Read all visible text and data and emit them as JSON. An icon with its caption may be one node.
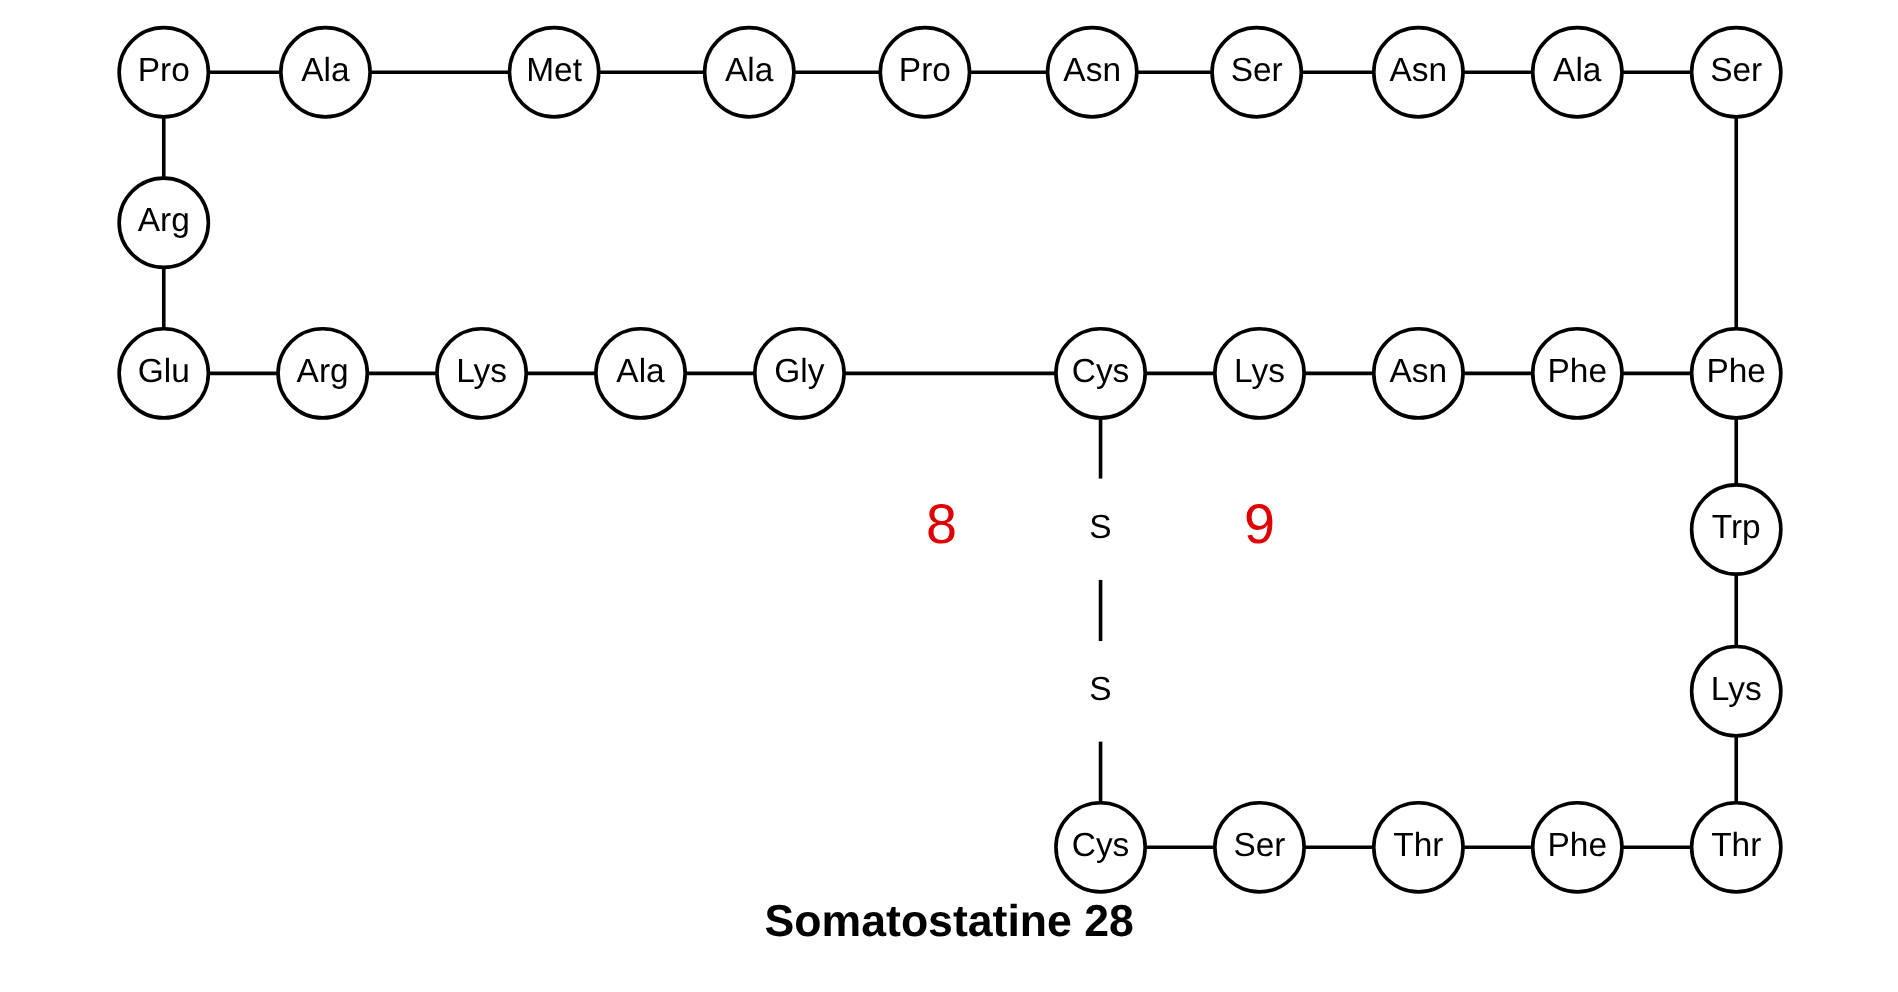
{
  "diagram": {
    "caption": "Somatostatine 28",
    "nodes": [
      {
        "text": [
          "Pro"
        ]
      },
      {
        "text": [
          "Ala"
        ]
      },
      {
        "text": [
          "Met"
        ]
      },
      {
        "text": [
          "Ala"
        ]
      },
      {
        "text": [
          "Pro"
        ]
      },
      {
        "text": [
          "Asn"
        ]
      },
      {
        "text": [
          "Ser"
        ]
      },
      {
        "text": [
          "Asn"
        ]
      },
      {
        "text": [
          "Ala"
        ]
      },
      {
        "text": [
          "Ser"
        ]
      },
      {
        "text": [
          "Arg"
        ]
      },
      {
        "text": [
          "Glu"
        ]
      },
      {
        "text": [
          "Arg"
        ]
      },
      {
        "text": [
          "Lys"
        ]
      },
      {
        "text": [
          "Ala"
        ]
      },
      {
        "text": [
          "Gly"
        ]
      },
      {
        "text": [
          "Cys"
        ]
      },
      {
        "text": [
          "Lys"
        ]
      },
      {
        "text": [
          "Asn"
        ]
      },
      {
        "text": [
          "Phe"
        ]
      },
      {
        "text": [
          "Phe"
        ]
      },
      {
        "text": [
          "Trp"
        ]
      },
      {
        "text": [
          "Lys"
        ]
      },
      {
        "text": [
          "Cys"
        ]
      },
      {
        "text": [
          "Ser"
        ]
      },
      {
        "text": [
          "Thr"
        ]
      },
      {
        "text": [
          "Phe"
        ]
      },
      {
        "text": [
          "Thr"
        ]
      },
      {
        "text": [
          "S"
        ]
      },
      {
        "text": [
          "S"
        ]
      }
    ],
    "edges": [
      {
        "from": 0,
        "to": 10,
        "arrow": "none"
      },
      {
        "from": 0,
        "to": 1,
        "arrow": "none"
      },
      {
        "from": 1,
        "to": 2,
        "arrow": "none"
      },
      {
        "from": 2,
        "to": 3,
        "arrow": "none"
      },
      {
        "from": 3,
        "to": 4,
        "arrow": "none"
      },
      {
        "from": 4,
        "to": 5,
        "arrow": "none"
      },
      {
        "from": 5,
        "to": 6,
        "arrow": "none"
      },
      {
        "from": 6,
        "to": 7,
        "arrow": "none"
      },
      {
        "from": 7,
        "to": 8,
        "arrow": "none"
      },
      {
        "from": 8,
        "to": 9,
        "arrow": "none"
      },
      {
        "from": 10,
        "to": 11,
        "arrow": "none"
      },
      {
        "from": 11,
        "to": 12,
        "arrow": "none"
      },
      {
        "from": 12,
        "to": 13,
        "arrow": "none"
      },
      {
        "from": 13,
        "to": 14,
        "arrow": "none"
      },
      {
        "from": 14,
        "to": 15,
        "arrow": "none"
      },
      {
        "from": 15,
        "to": 16,
        "arrow": "none"
      },
      {
        "from": 16,
        "to": 17,
        "arrow": "none"
      },
      {
        "from": 17,
        "to": 18,
        "arrow": "none"
      },
      {
        "from": 18,
        "to": 19,
        "arrow": "none"
      },
      {
        "from": 19,
        "to": 20,
        "arrow": "none"
      },
      {
        "from": 9,
        "to": 20,
        "arrow": "none"
      },
      {
        "from": 20,
        "to": 21,
        "arrow": "none"
      },
      {
        "from": 21,
        "to": 22,
        "arrow": "none"
      },
      {
        "from": 22,
        "to": 27,
        "arrow": "none"
      },
      {
        "from": 23,
        "to": 24,
        "arrow": "none"
      },
      {
        "from": 24,
        "to": 25,
        "arrow": "none"
      },
      {
        "from": 25,
        "to": 26,
        "arrow": "none"
      },
      {
        "from": 26,
        "to": 27,
        "arrow": "none"
      },
      {
        "from": 16,
        "to": 28,
        "arrow": "none"
      },
      {
        "from": 28,
        "to": 29,
        "arrow": "none"
      },
      {
        "from": 29,
        "to": 23,
        "arrow": "none"
      }
    ],
    "labels": [
      "8",
      "9"
    ]
  }
}
